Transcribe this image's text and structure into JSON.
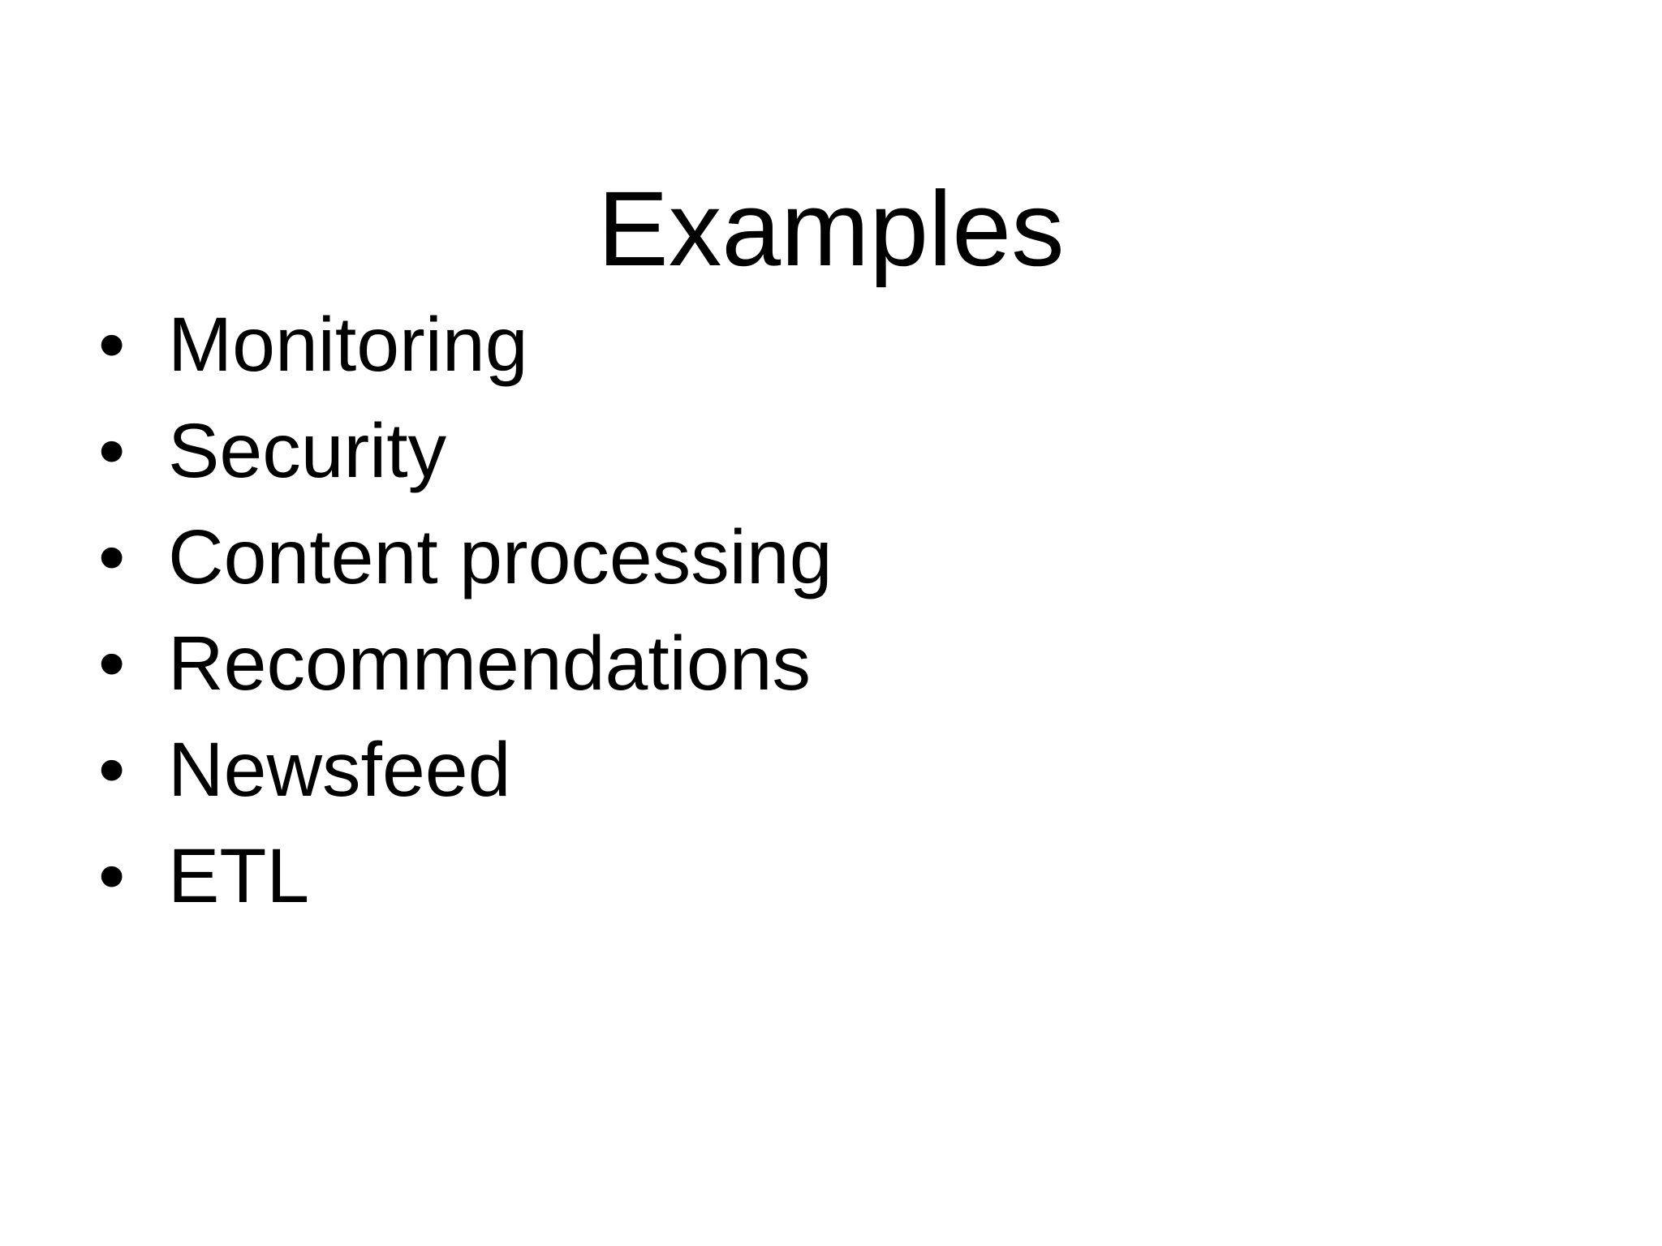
{
  "slide": {
    "title": "Examples",
    "bullet_glyph": "•",
    "bullets": [
      {
        "label": "Monitoring"
      },
      {
        "label": "Security"
      },
      {
        "label": "Content processing"
      },
      {
        "label": "Recommendations"
      },
      {
        "label": "Newsfeed"
      },
      {
        "label": "ETL"
      }
    ],
    "colors": {
      "background": "#ffffff",
      "text": "#000000"
    }
  }
}
